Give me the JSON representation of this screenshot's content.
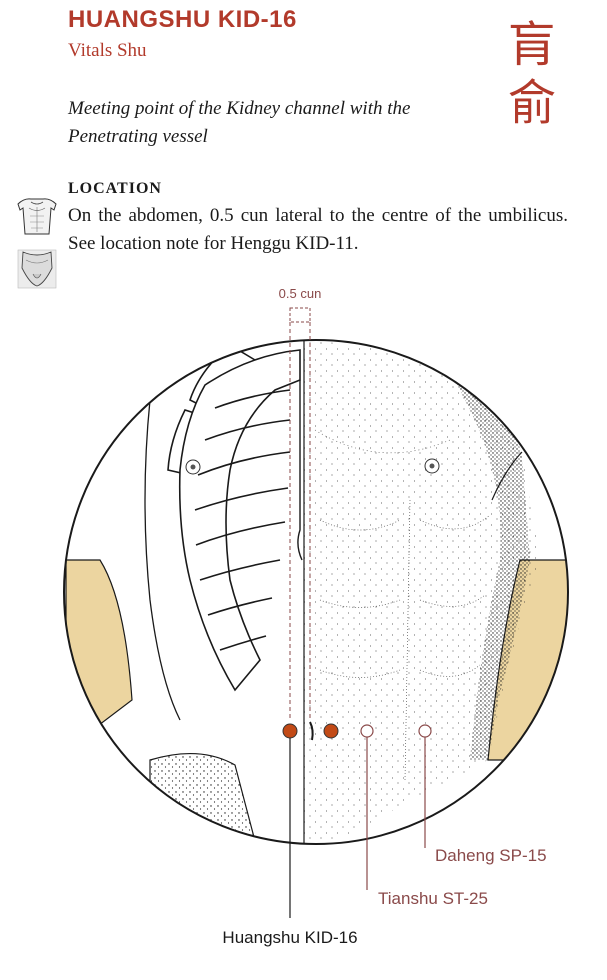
{
  "point": {
    "name": "HUANGSHU KID-16",
    "english": "Vitals Shu",
    "chinese": [
      "肓",
      "俞"
    ],
    "description": "Meeting point of the Kidney channel with the Penetrating vessel"
  },
  "location": {
    "heading": "LOCATION",
    "text": "On the abdomen, 0.5 cun lateral to the centre of the umbilicus. See location note for Henggu KID-11."
  },
  "figure": {
    "measure_label": "0.5 cun",
    "labels": {
      "kid16": "Huangshu KID-16",
      "st25": "Tianshu ST-25",
      "sp15": "Daheng SP-15"
    }
  },
  "colors": {
    "accent": "#b23a2b",
    "point_fill": "#c24a16",
    "guide": "#8a4a4a",
    "skin_side": "#ecd5a0"
  },
  "icons": [
    "torso-thumbnail-icon",
    "pelvis-thumbnail-icon"
  ]
}
